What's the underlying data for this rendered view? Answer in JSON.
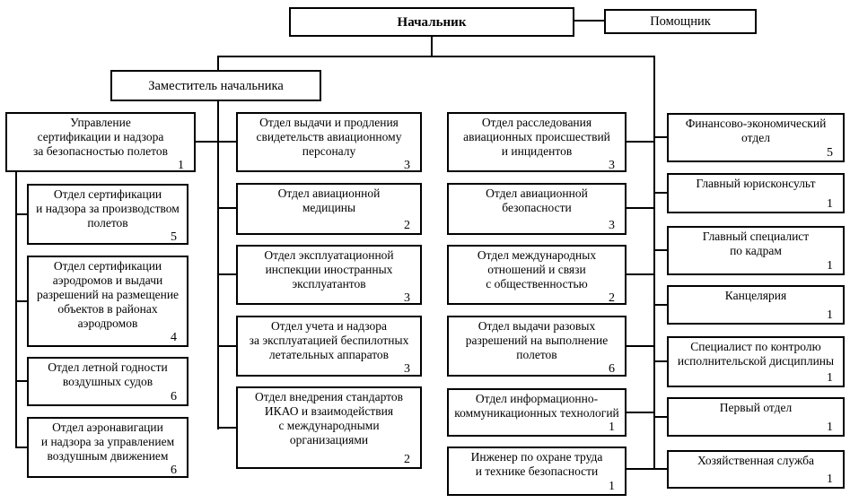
{
  "title_boxes": {
    "chief": "Начальник",
    "assistant": "Помощник",
    "deputy": "Заместитель начальника"
  },
  "units": {
    "c1b1": {
      "label": "Управление\nсертификации и надзора\nза безопасностью полетов",
      "count": "1"
    },
    "c1b2": {
      "label": "Отдел сертификации\nи надзора за производством\nполетов",
      "count": "5"
    },
    "c1b3": {
      "label": "Отдел сертификации\nаэродромов и выдачи\nразрешений на размещение\nобъектов в районах\nаэродромов",
      "count": "4"
    },
    "c1b4": {
      "label": "Отдел летной годности\nвоздушных судов",
      "count": "6"
    },
    "c1b5": {
      "label": "Отдел аэронавигации\nи надзора за управлением\nвоздушным движением",
      "count": "6"
    },
    "c2b1": {
      "label": "Отдел выдачи и продления\nсвидетельств авиационному\nперсоналу",
      "count": "3"
    },
    "c2b2": {
      "label": "Отдел авиационной\nмедицины",
      "count": "2"
    },
    "c2b3": {
      "label": "Отдел эксплуатационной\nинспекции иностранных\nэксплуатантов",
      "count": "3"
    },
    "c2b4": {
      "label": "Отдел учета и надзора\nза эксплуатацией беспилотных\nлетательных аппаратов",
      "count": "3"
    },
    "c2b5": {
      "label": "Отдел внедрения стандартов\nИКАО и взаимодействия\nс международными\nорганизациями",
      "count": "2"
    },
    "c3b1": {
      "label": "Отдел расследования\nавиационных происшествий\nи инцидентов",
      "count": "3"
    },
    "c3b2": {
      "label": "Отдел авиационной\nбезопасности",
      "count": "3"
    },
    "c3b3": {
      "label": "Отдел международных\nотношений и связи\nс общественностью",
      "count": "2"
    },
    "c3b4": {
      "label": "Отдел выдачи разовых\nразрешений на выполнение\nполетов",
      "count": "6"
    },
    "c3b5": {
      "label": "Отдел информационно-\nкоммуникационных технологий",
      "count": "1"
    },
    "c3b6": {
      "label": "Инженер по охране труда\nи технике безопасности",
      "count": "1"
    },
    "c4b1": {
      "label": "Финансово-экономический\nотдел",
      "count": "5"
    },
    "c4b2": {
      "label": "Главный юрисконсульт",
      "count": "1"
    },
    "c4b3": {
      "label": "Главный специалист\nпо кадрам",
      "count": "1"
    },
    "c4b4": {
      "label": "Канцелярия",
      "count": "1"
    },
    "c4b5": {
      "label": "Специалист по контролю\nисполнительской дисциплины",
      "count": "1"
    },
    "c4b6": {
      "label": "Первый отдел",
      "count": "1"
    },
    "c4b7": {
      "label": "Хозяйственная служба",
      "count": "1"
    }
  },
  "colors": {
    "line": "#000000",
    "background": "#ffffff",
    "text": "#000000"
  }
}
